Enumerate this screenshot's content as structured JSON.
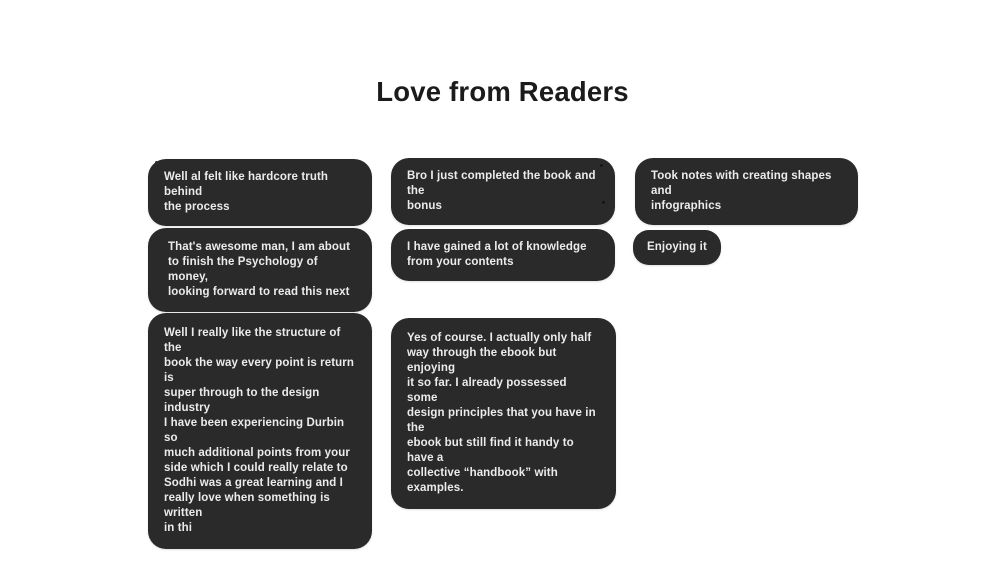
{
  "page": {
    "title": "Love from Readers"
  },
  "colors": {
    "background": "#ffffff",
    "bubble": "#2a2a2a",
    "bubble_text": "#ebebeb",
    "title_text": "#1b1b1b"
  },
  "testimonials": [
    {
      "text": "Well al felt like hardcore truth behind\nthe process"
    },
    {
      "text": "Bro I just completed the book and the\nbonus"
    },
    {
      "text": "Took notes with creating shapes and\ninfographics"
    },
    {
      "text": "That's awesome man, I am about\nto finish the Psychology of money,\nlooking forward to read this next"
    },
    {
      "text": "I have gained a lot of knowledge\nfrom your contents"
    },
    {
      "text": "Enjoying it"
    },
    {
      "text": "Well I really like the structure of the\nbook the way every point is return is\nsuper through to the design industry\nI have been experiencing Durbin so\nmuch additional points from your\nside which I could really relate to\nSodhi was a great learning and I\nreally love when something is written\nin thi"
    },
    {
      "text": "Yes of course. I actually only half\nway through the ebook but enjoying\nit so far. I already possessed some\ndesign principles that you have in the\nebook but still find it handy to have a\ncollective “handbook” with examples."
    }
  ]
}
